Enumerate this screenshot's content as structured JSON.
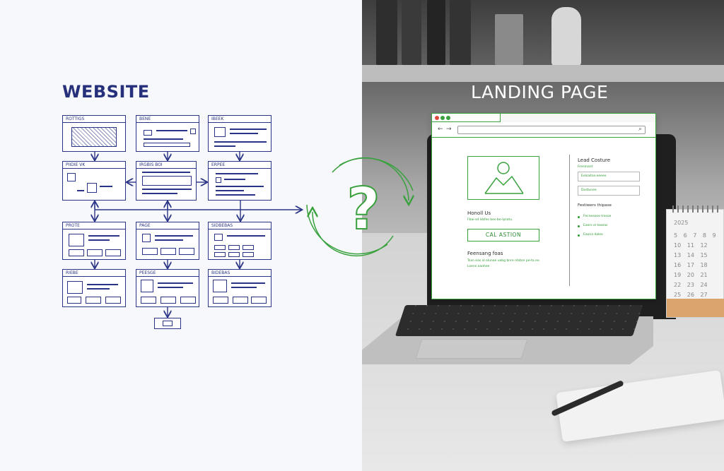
{
  "left": {
    "title": "WEBSITE",
    "wireframes": {
      "r1": [
        "ROTTIGS",
        "BENE",
        "IBEEK"
      ],
      "r2": [
        "PIIDIE VK",
        "IRGBIS BOI",
        "ERPEE"
      ],
      "r3": [
        "PROTE",
        "PAGE",
        "SIDBEBAS"
      ],
      "r4": [
        "RIEBE",
        "PEESGE",
        "BIDEBAS"
      ]
    }
  },
  "right": {
    "title": "LANDING PAGE",
    "browser": {
      "left_heading": "Honoll Us",
      "left_sub": "Fbai-sd lsbfes bes-bo-lpsotu.",
      "cta": "CAL ASTION",
      "section_heading": "Feensang foas",
      "section_lines": [
        "Tsxn eas ol olunoe uabg bnre ntsbre pe-ta eo",
        "Loens oaohee"
      ],
      "form_heading": "Lead Costure",
      "form_sub": "Frenmant",
      "fields": [
        "Eelsaitse.eeeee",
        "Dustunee"
      ],
      "features_heading": "Festiwers thipase",
      "features": [
        "Fecnesoee trosoe",
        "Eaers el texeas",
        "Eaona dalee"
      ]
    },
    "calendar": {
      "header": "2025",
      "days": "5 6 7 8 9 10 11 12 13 14 15 16 17 18 19 20 21 22 23 24 25 26 27 28"
    }
  },
  "center": {
    "symbol": "?"
  },
  "colors": {
    "navy": "#27307a",
    "green": "#39a13e"
  }
}
